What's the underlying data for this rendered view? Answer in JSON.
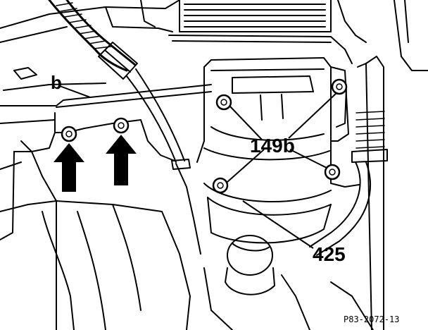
{
  "figure": {
    "labels": {
      "b": "b",
      "bolts": "149b",
      "compressor": "425"
    },
    "reference": "P83-2072-13",
    "colors": {
      "ink": "#000000",
      "paper": "#ffffff"
    }
  }
}
